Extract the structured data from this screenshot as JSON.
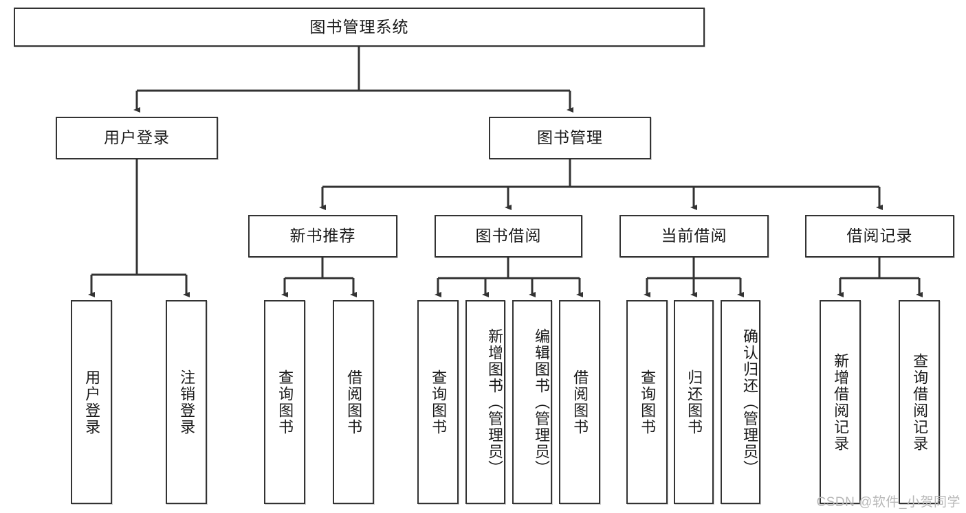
{
  "diagram": {
    "title_node": {
      "label": "图书管理系统"
    },
    "level2": [
      {
        "label": "用户登录"
      },
      {
        "label": "图书管理"
      }
    ],
    "level3": [
      {
        "label": "新书推荐"
      },
      {
        "label": "图书借阅"
      },
      {
        "label": "当前借阅"
      },
      {
        "label": "借阅记录"
      }
    ],
    "leaves": {
      "user_login": [
        {
          "label": "用户登录"
        },
        {
          "label": "注销登录"
        }
      ],
      "new_book_recommend": [
        {
          "label": "查询图书"
        },
        {
          "label": "借阅图书"
        }
      ],
      "book_borrow": [
        {
          "label": "查询图书"
        },
        {
          "label": "新增图书（管理员）"
        },
        {
          "label": "编辑图书（管理员）"
        },
        {
          "label": "借阅图书"
        }
      ],
      "current_borrow": [
        {
          "label": "查询图书"
        },
        {
          "label": "归还图书"
        },
        {
          "label": "确认归还（管理员）"
        }
      ],
      "borrow_record": [
        {
          "label": "新增借阅记录"
        },
        {
          "label": "查询借阅记录"
        }
      ]
    }
  },
  "watermark": {
    "text": "CSDN @软件_小贺同学"
  },
  "colors": {
    "border": "#333333",
    "background": "#ffffff",
    "text": "#1a1a1a",
    "watermark": "#b8b8b8"
  }
}
